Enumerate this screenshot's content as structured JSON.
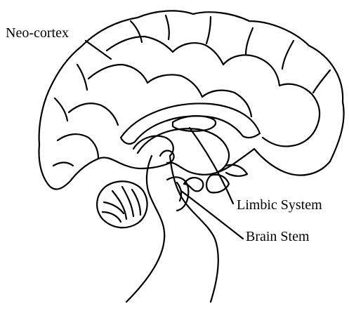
{
  "diagram": {
    "labels": {
      "neocortex": "Neo-cortex",
      "limbic": "Limbic System",
      "brainstem": "Brain Stem"
    },
    "colors": {
      "line": "#000000",
      "background": "#ffffff"
    }
  }
}
